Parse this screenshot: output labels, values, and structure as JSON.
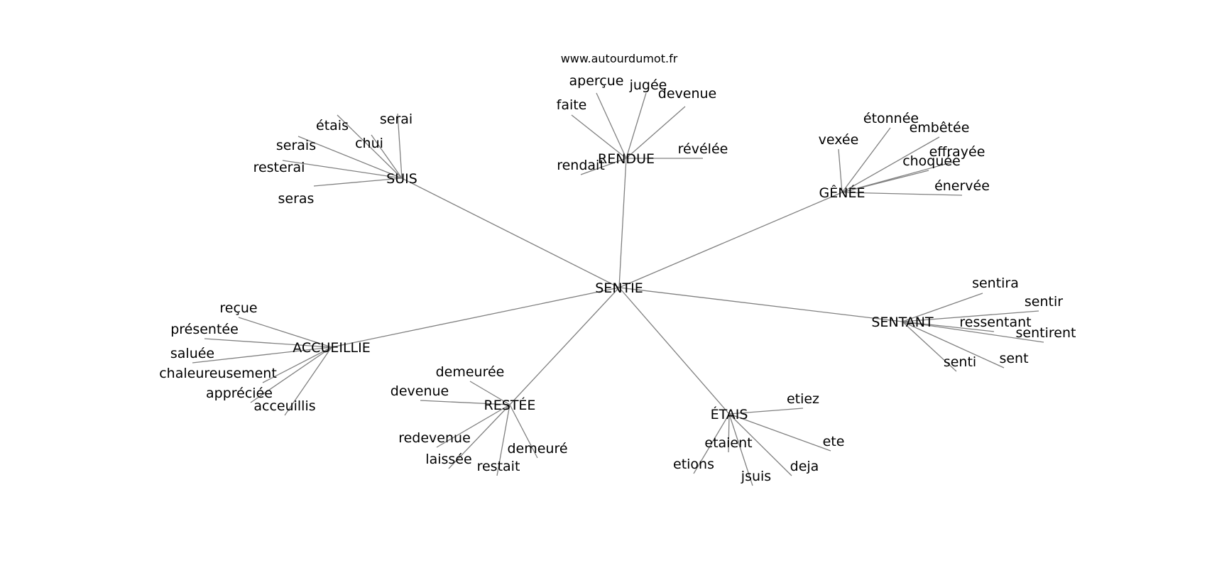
{
  "credit": "www.autourdumot.fr",
  "center": "SENTIE",
  "hubs": [
    {
      "id": "suis",
      "label": "SUIS",
      "words": [
        "étais",
        "serai",
        "chui",
        "serais",
        "resterai",
        "seras"
      ]
    },
    {
      "id": "rendue",
      "label": "RENDUE",
      "words": [
        "aperçue",
        "jugée",
        "devenue",
        "faite",
        "révélée",
        "rendait"
      ]
    },
    {
      "id": "genee",
      "label": "GÊNÉE",
      "words": [
        "étonnée",
        "embêtée",
        "vexée",
        "effrayée",
        "choquée",
        "énervée"
      ]
    },
    {
      "id": "sentant",
      "label": "SENTANT",
      "words": [
        "sentira",
        "sentir",
        "ressentant",
        "sentirent",
        "sent",
        "senti"
      ]
    },
    {
      "id": "etais",
      "label": "ÉTAIS",
      "words": [
        "etiez",
        "ete",
        "etaient",
        "deja",
        "etions",
        "jsuis"
      ]
    },
    {
      "id": "restee",
      "label": "RESTÉE",
      "words": [
        "demeurée",
        "devenue",
        "redevenue",
        "demeuré",
        "laissée",
        "restait"
      ]
    },
    {
      "id": "accueillie",
      "label": "ACCUEILLIE",
      "words": [
        "reçue",
        "présentée",
        "saluée",
        "chaleureusement",
        "appréciée",
        "acceuillis"
      ]
    }
  ]
}
